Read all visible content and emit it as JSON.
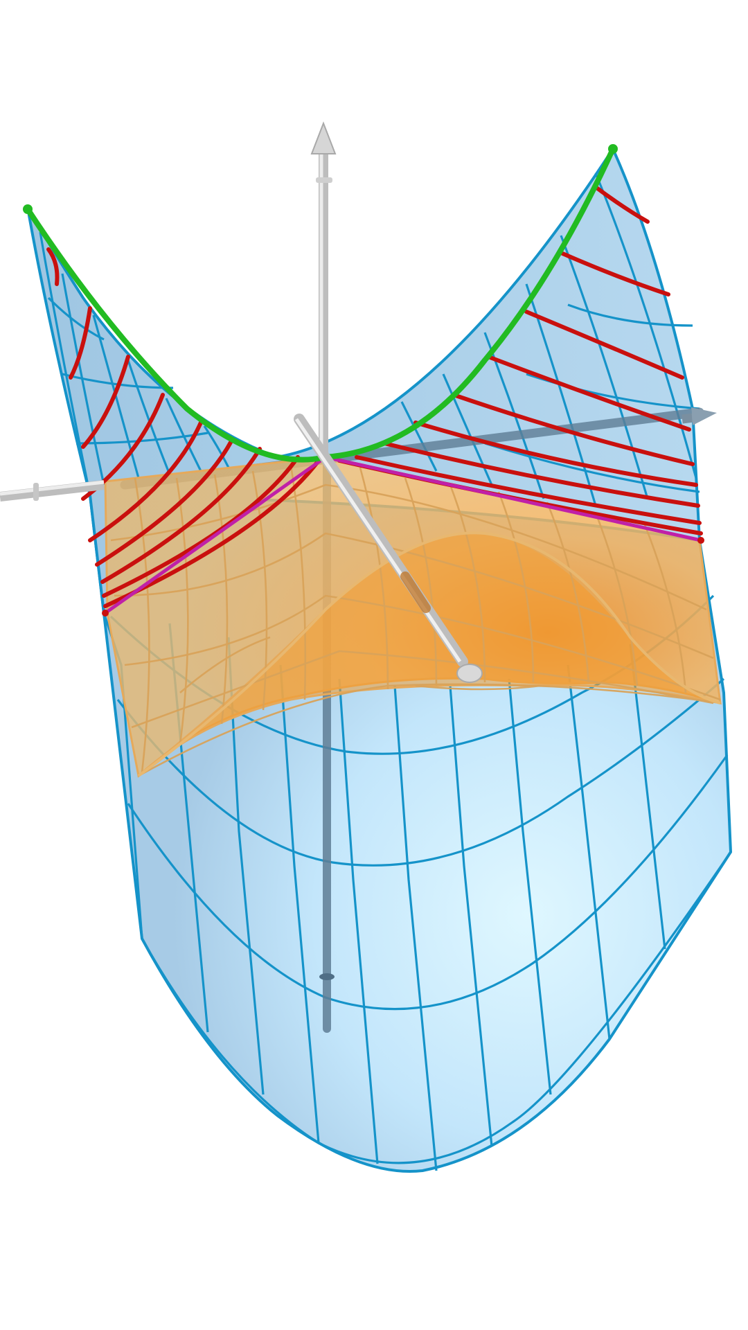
{
  "figure": {
    "background": "#ffffff",
    "colors": {
      "blue_surface_fill": "#b3dcf5",
      "blue_surface_highlight": "#dff7ff",
      "blue_mesh": "#1593c9",
      "orange_surface_fill": "#f4b055",
      "orange_surface_highlight": "#f39a2e",
      "orange_mesh": "#e6a95a",
      "red_rulings": "#c9100e",
      "green_curve": "#22bb22",
      "magenta_line": "#c020a8",
      "axis_color": "#c8c8c8",
      "axis_hidden": "#5f7e96"
    },
    "objects": [
      {
        "name": "saddle-surface",
        "kind": "surface"
      },
      {
        "name": "monkey-saddle-surface",
        "kind": "surface"
      },
      {
        "name": "green-parabola",
        "kind": "curve"
      },
      {
        "name": "ruling-lines",
        "kind": "curve-family"
      },
      {
        "name": "magenta-edge-lines",
        "kind": "line"
      },
      {
        "name": "coordinate-axes",
        "kind": "axes",
        "count": 3
      }
    ]
  }
}
